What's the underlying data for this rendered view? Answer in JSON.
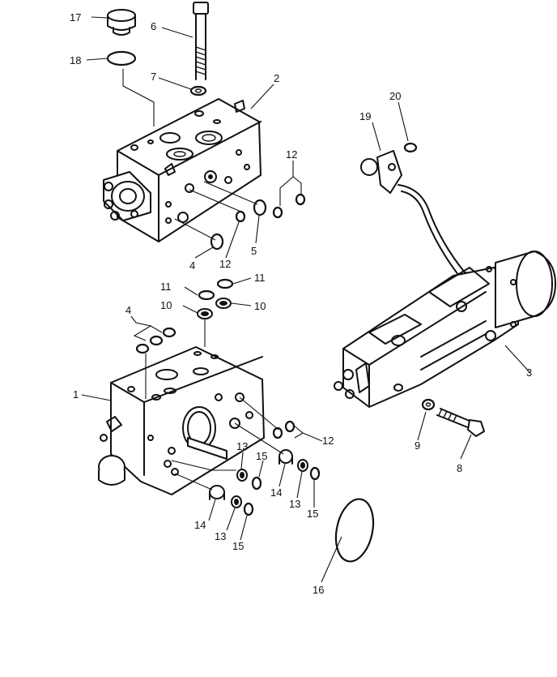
{
  "callouts": {
    "c1": "1",
    "c2": "2",
    "c3": "3",
    "c4a": "4",
    "c4b": "4",
    "c5": "5",
    "c6": "6",
    "c7": "7",
    "c8": "8",
    "c9": "9",
    "c10a": "10",
    "c10b": "10",
    "c11a": "11",
    "c11b": "11",
    "c12a": "12",
    "c12b": "12",
    "c12c": "12",
    "c13a": "13",
    "c13b": "13",
    "c13c": "13",
    "c14a": "14",
    "c14b": "14",
    "c15a": "15",
    "c15b": "15",
    "c15c": "15",
    "c16": "16",
    "c17": "17",
    "c18": "18",
    "c19": "19",
    "c20": "20"
  }
}
